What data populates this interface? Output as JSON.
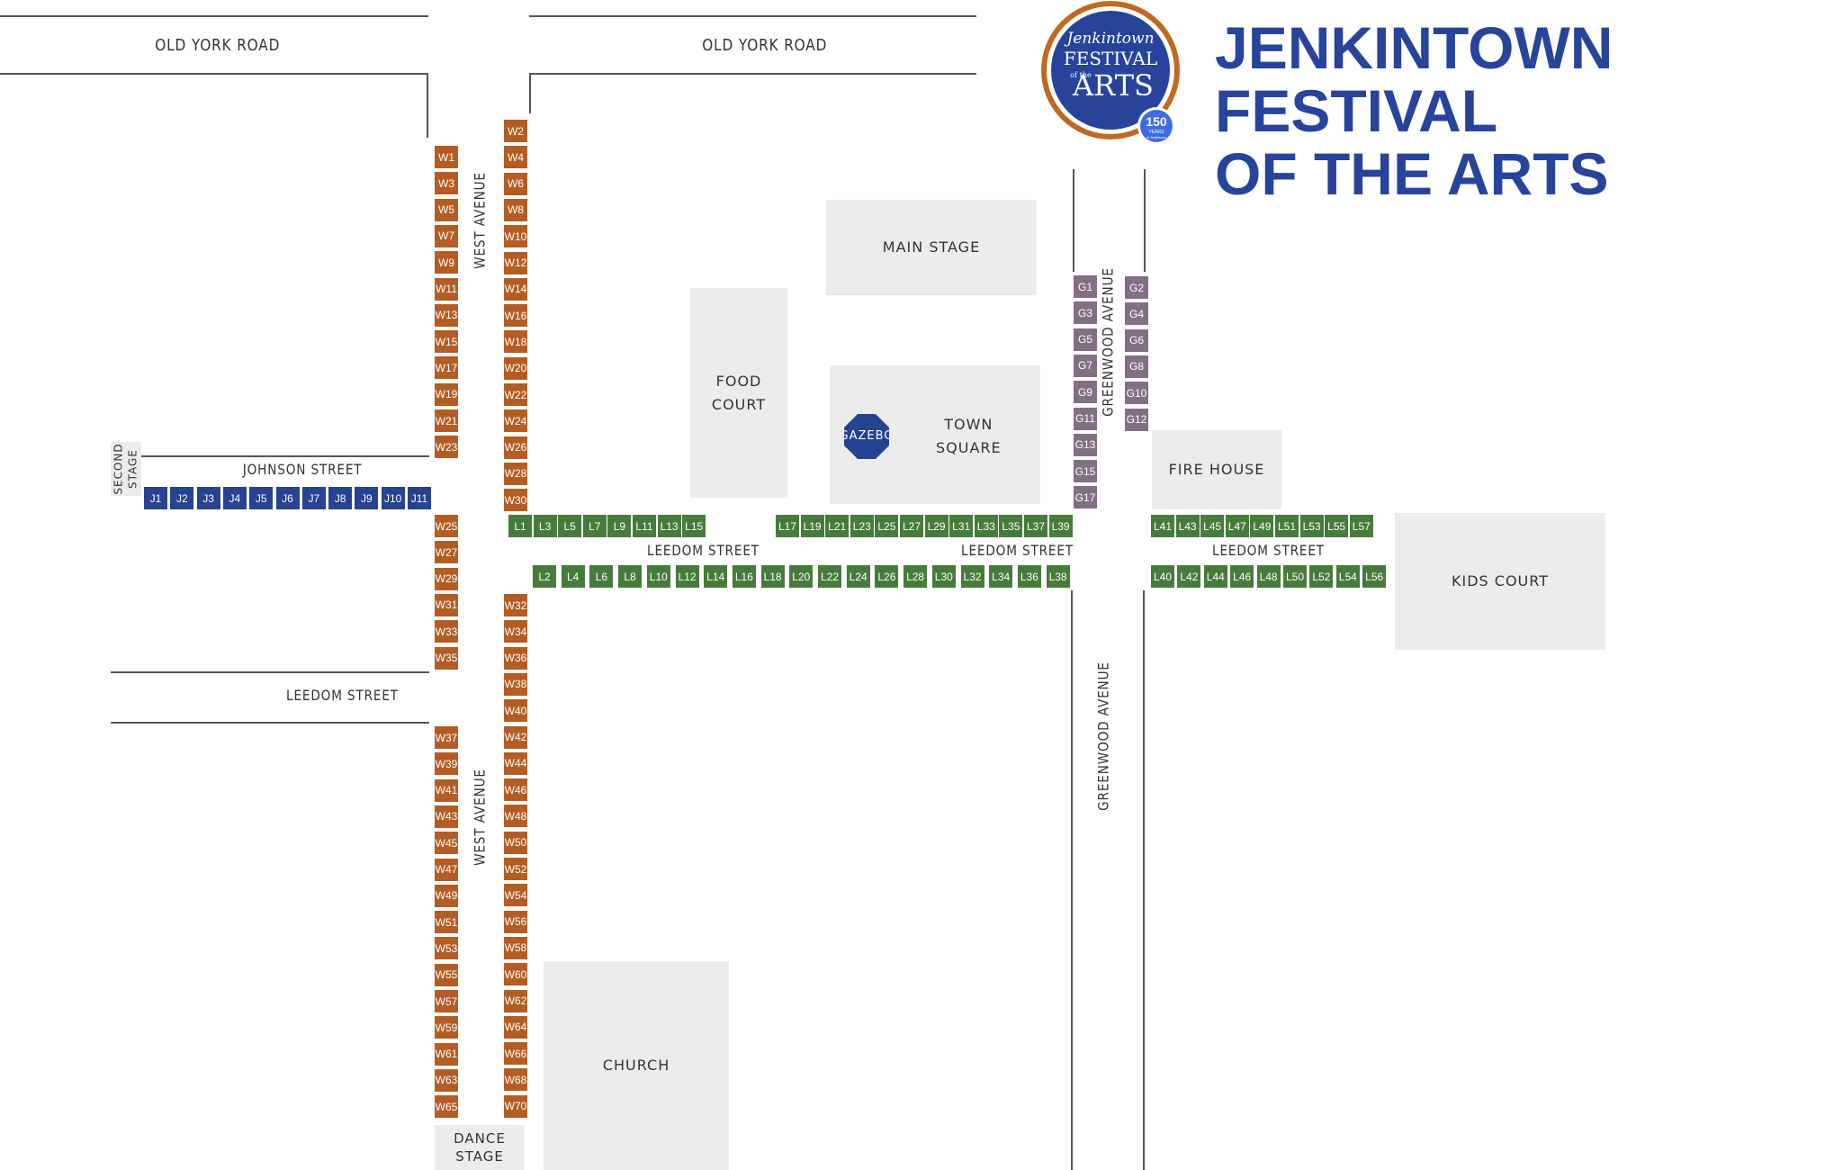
{
  "title": {
    "line1": "JENKINTOWN FESTIVAL",
    "line2": "OF THE ARTS"
  },
  "logo": {
    "script": "Jenkintown",
    "word1": "FESTIVAL",
    "word2": "of the",
    "word3": "ARTS",
    "badge_num": "150",
    "badge_text": "YEARS",
    "badge_sub": "of Jenkintown"
  },
  "streets": {
    "old_york_left": "OLD YORK ROAD",
    "old_york_right": "OLD YORK ROAD",
    "johnson": "JOHNSON STREET",
    "leedom_1": "LEEDOM STREET",
    "leedom_2": "LEEDOM STREET",
    "leedom_3": "LEEDOM STREET",
    "leedom_left": "LEEDOM STREET",
    "west_top": "WEST AVENUE",
    "west_bottom": "WEST AVENUE",
    "greenwood_top": "GREENWOOD AVENUE",
    "greenwood_bottom": "GREENWOOD AVENUE"
  },
  "areas": {
    "main_stage": "MAIN STAGE",
    "food_court_1": "FOOD",
    "food_court_2": "COURT",
    "town_square_1": "TOWN",
    "town_square_2": "SQUARE",
    "gazebo": "GAZEBO",
    "fire_house": "FIRE HOUSE",
    "kids_court": "KIDS COURT",
    "church": "CHURCH",
    "second_stage_1": "SECOND",
    "second_stage_2": "STAGE",
    "dance_stage_1": "DANCE",
    "dance_stage_2": "STAGE"
  },
  "booths": {
    "w_left_top": [
      "W1",
      "W3",
      "W5",
      "W7",
      "W9",
      "W11",
      "W13",
      "W15",
      "W17",
      "W19",
      "W21",
      "W23"
    ],
    "w_left_mid": [
      "W25",
      "W27",
      "W29",
      "W31",
      "W33",
      "W35"
    ],
    "w_left_bot": [
      "W37",
      "W39",
      "W41",
      "W43",
      "W45",
      "W47",
      "W49",
      "W51",
      "W53",
      "W55",
      "W57",
      "W59",
      "W61",
      "W63",
      "W65"
    ],
    "w_right_top": [
      "W2",
      "W4",
      "W6",
      "W8",
      "W10",
      "W12",
      "W14",
      "W16",
      "W18",
      "W20",
      "W22",
      "W24",
      "W26",
      "W28",
      "W30"
    ],
    "w_right_bot": [
      "W32",
      "W34",
      "W36",
      "W38",
      "W40",
      "W42",
      "W44",
      "W46",
      "W48",
      "W50",
      "W52",
      "W54",
      "W56",
      "W58",
      "W60",
      "W62",
      "W64",
      "W66",
      "W68",
      "W70"
    ],
    "j_row": [
      "J1",
      "J2",
      "J3",
      "J4",
      "J5",
      "J6",
      "J7",
      "J8",
      "J9",
      "J10",
      "J11"
    ],
    "l_top_a": [
      "L1",
      "L3",
      "L5",
      "L7",
      "L9",
      "L11",
      "L13",
      "L15"
    ],
    "l_top_b": [
      "L17",
      "L19",
      "L21",
      "L23",
      "L25",
      "L27",
      "L29",
      "L31",
      "L33",
      "L35",
      "L37",
      "L39"
    ],
    "l_top_c": [
      "L41",
      "L43",
      "L45",
      "L47",
      "L49",
      "L51",
      "L53",
      "L55",
      "L57"
    ],
    "l_bot_a": [
      "L2",
      "L4",
      "L6",
      "L8",
      "L10",
      "L12",
      "L14",
      "L16",
      "L18",
      "L20",
      "L22",
      "L24",
      "L26",
      "L28",
      "L30",
      "L32",
      "L34",
      "L36",
      "L38"
    ],
    "l_bot_c": [
      "L40",
      "L42",
      "L44",
      "L46",
      "L48",
      "L50",
      "L52",
      "L54",
      "L56"
    ],
    "g_left": [
      "G1",
      "G3",
      "G5",
      "G7",
      "G9",
      "G11",
      "G13",
      "G15",
      "G17"
    ],
    "g_right": [
      "G2",
      "G4",
      "G6",
      "G8",
      "G10",
      "G12"
    ]
  },
  "colors": {
    "w": "#b35d24",
    "l": "#477b3b",
    "g": "#836f85",
    "j": "#274290",
    "title": "#27449a"
  }
}
